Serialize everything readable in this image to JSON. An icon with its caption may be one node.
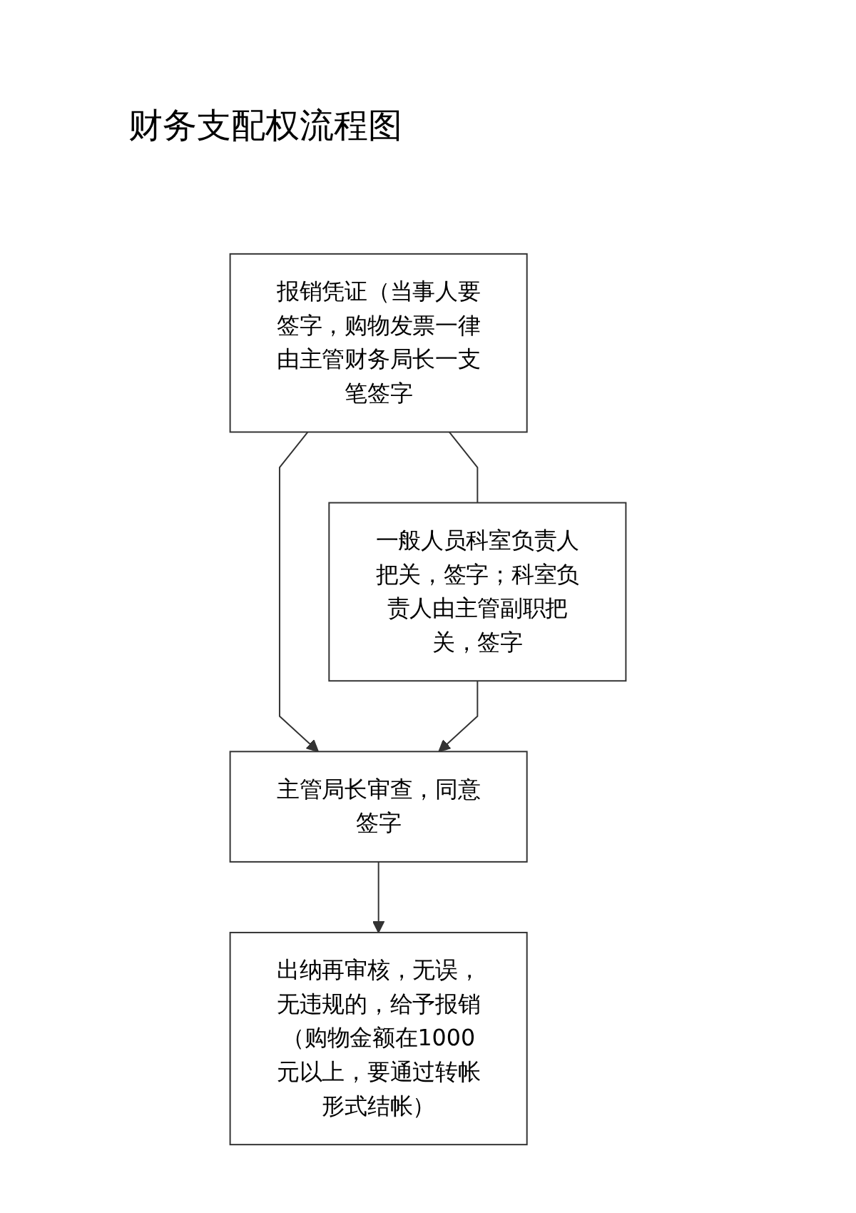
{
  "diagram": {
    "title": "财务支配权流程图",
    "nodes": [
      {
        "text": [
          "报销凭证（当事人要签字，购物发票一律由主管财务局长一支笔签字"
        ]
      },
      {
        "text": [
          "主管局长审查，同意签字"
        ]
      },
      {
        "text": [
          "一般人员科室负责人把关，签字；科室负责人由主管副职把关，签字"
        ]
      },
      {
        "text": [
          "出纳再审核，无误，无违规的，给予报销（购物金额在1000元以上，要通过转帐形式结帐）"
        ]
      }
    ],
    "edges": [
      {
        "from": 0,
        "to": 1,
        "arrow": "to"
      },
      {
        "from": 0,
        "to": 2,
        "arrow": "none"
      },
      {
        "from": 2,
        "to": 1,
        "arrow": "to"
      },
      {
        "from": 1,
        "to": 3,
        "arrow": "to"
      }
    ]
  }
}
